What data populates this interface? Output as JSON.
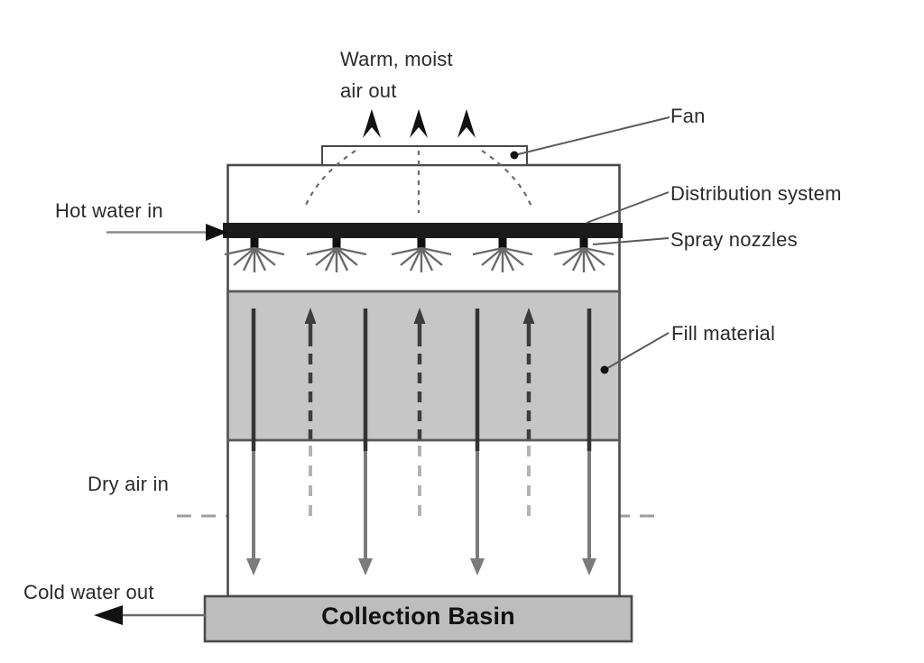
{
  "diagram": {
    "type": "cooling-tower-schematic",
    "labels": {
      "warm_air_out": "Warm, moist\nair out",
      "fan": "Fan",
      "distribution_system": "Distribution system",
      "spray_nozzles": "Spray nozzles",
      "hot_water_in": "Hot water in",
      "fill_material": "Fill material",
      "dry_air_in": "Dry air in",
      "cold_water_out": "Cold water out",
      "collection_basin": "Collection Basin"
    },
    "colors": {
      "background": "#ffffff",
      "outline": "#4a4a4a",
      "distribution_bar": "#1b1b1b",
      "fill_material_fill": "#c6c6c6",
      "basin_fill": "#bdbdbd",
      "water_dark": "#333333",
      "water_gray": "#7b7b7b",
      "air_dash_dark": "#3d3d3d",
      "air_dash_light": "#b3b3b3",
      "dry_air_dash": "#9e9e9e",
      "leader_line": "#5a5a5a",
      "text": "#2b2b2b"
    }
  }
}
